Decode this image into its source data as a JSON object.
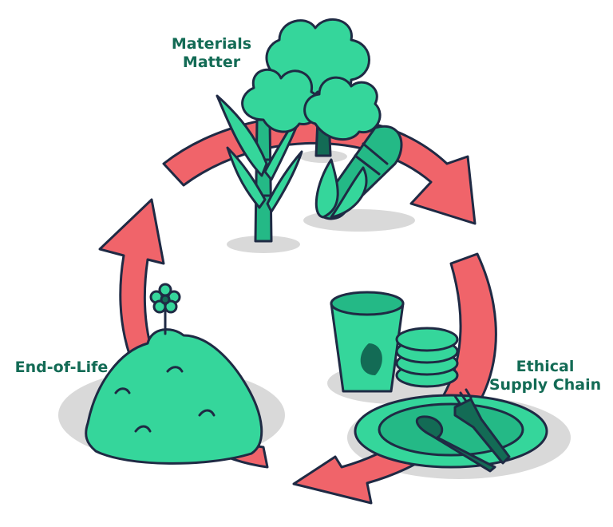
{
  "labels": {
    "materials": "Materials\nMatter",
    "supply": "Ethical\nSupply Chain",
    "end_of_life": "End-of-Life"
  },
  "colors": {
    "arrow_fill": "#f0646a",
    "outline": "#1f2a44",
    "green_light": "#35d69b",
    "green_mid": "#24b986",
    "green_dark": "#136b55",
    "shadow": "#d9d9d9",
    "label_text": "#136b55"
  },
  "icons": {
    "materials": [
      "tree-icon",
      "bamboo-icon",
      "corn-icon"
    ],
    "supply": [
      "cup-icon",
      "plate-icon",
      "fork-icon",
      "spoon-icon",
      "leaf-icon"
    ],
    "end_of_life": [
      "compost-mound-icon",
      "flower-icon"
    ]
  }
}
